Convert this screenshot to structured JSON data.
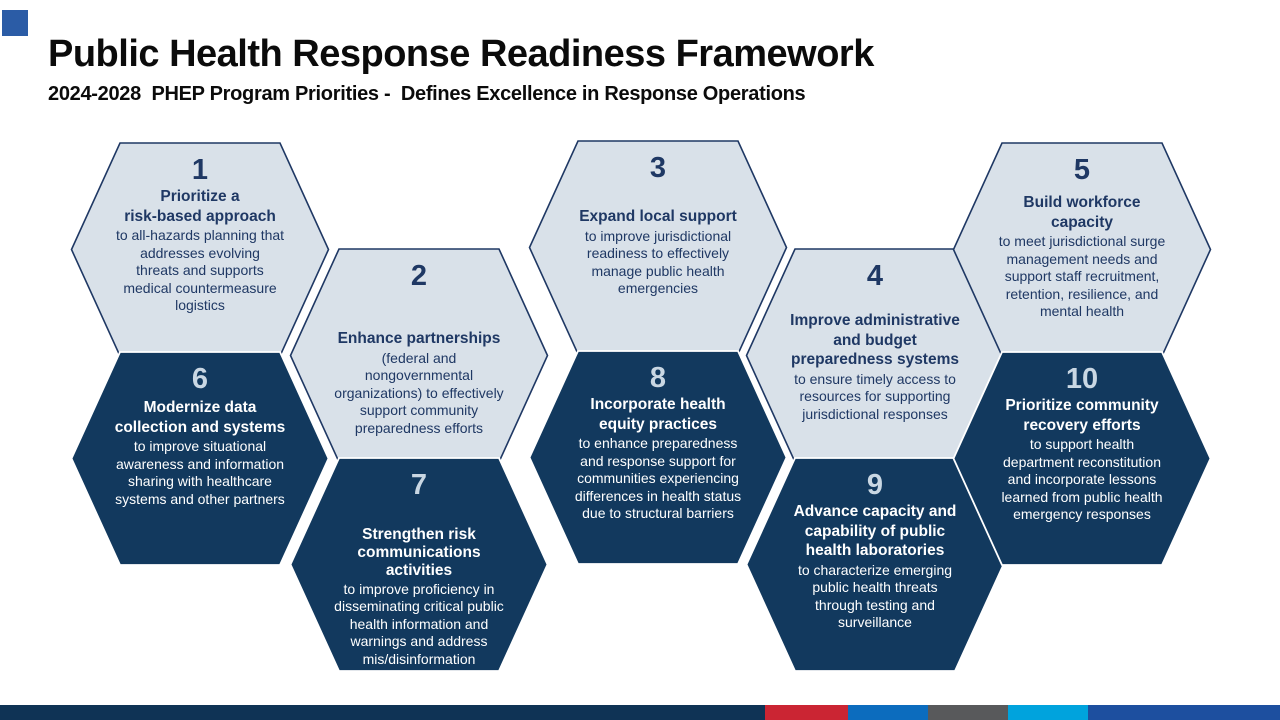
{
  "slide": {
    "title": "Public Health Response Readiness Framework",
    "subtitle": "2024-2028  PHEP Program Priorities -  Defines Excellence in Response Operations"
  },
  "colors": {
    "light_hex_fill": "#D9E1E9",
    "light_hex_border": "#1F3864",
    "dark_hex_fill": "#12395E",
    "dark_hex_border": "#FFFFFF",
    "navy_text": "#1F3864",
    "accent_square": "#2B5CA6"
  },
  "hexagons": [
    {
      "number": "1",
      "heading": "Prioritize a\nrisk-based approach",
      "body": "to all-hazards planning that\naddresses evolving\nthreats and supports\nmedical countermeasure\nlogistics"
    },
    {
      "number": "2",
      "heading": "Enhance partnerships",
      "body": "(federal and\nnongovernmental\norganizations) to effectively\nsupport community\npreparedness efforts"
    },
    {
      "number": "3",
      "heading": "Expand local support",
      "body": "to improve jurisdictional\nreadiness to effectively\nmanage public health\nemergencies"
    },
    {
      "number": "4",
      "heading": "Improve administrative\nand budget\npreparedness systems",
      "body": "to ensure timely access to\nresources for supporting\njurisdictional responses"
    },
    {
      "number": "5",
      "heading": "Build workforce\ncapacity",
      "body": "to meet jurisdictional surge\nmanagement needs and\nsupport staff recruitment,\nretention, resilience, and\nmental health"
    },
    {
      "number": "6",
      "heading": "Modernize data\ncollection and systems",
      "body": "to improve situational\nawareness and information\nsharing with healthcare\nsystems and other partners"
    },
    {
      "number": "7",
      "heading": "Strengthen risk\ncommunications\nactivities",
      "body": "to improve proficiency in\ndisseminating critical public\nhealth information and\nwarnings and address\nmis/disinformation"
    },
    {
      "number": "8",
      "heading": "Incorporate health\nequity practices",
      "body": "to enhance preparedness\nand response support for\ncommunities experiencing\ndifferences in health status\ndue to structural barriers"
    },
    {
      "number": "9",
      "heading": "Advance capacity and\ncapability of public\nhealth laboratories",
      "body": "to characterize emerging\npublic health threats\nthrough testing and\nsurveillance"
    },
    {
      "number": "10",
      "heading": "Prioritize community\nrecovery efforts",
      "body": "to support health\ndepartment reconstitution\nand incorporate lessons\nlearned from public health\nemergency responses"
    }
  ],
  "footer_bar_segments": [
    {
      "name": "navy",
      "color": "#0F3355"
    },
    {
      "name": "red",
      "color": "#CB2533"
    },
    {
      "name": "blue",
      "color": "#0C6CBE"
    },
    {
      "name": "gray",
      "color": "#58595B"
    },
    {
      "name": "light-blue",
      "color": "#00A3DD"
    },
    {
      "name": "royal-blue",
      "color": "#1D4F9F"
    }
  ]
}
